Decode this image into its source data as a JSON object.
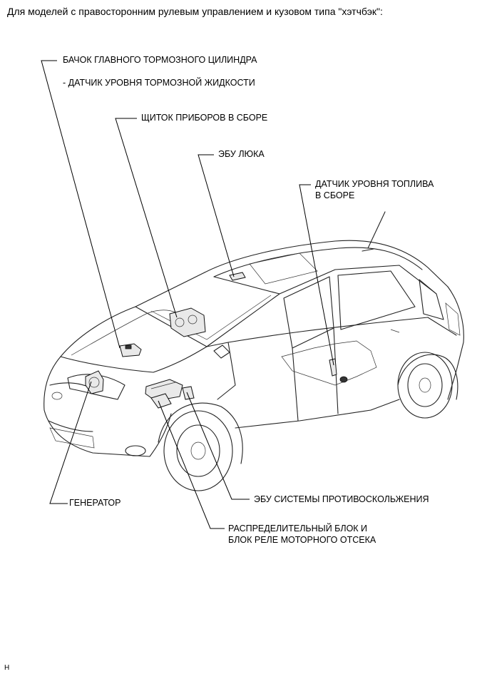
{
  "title": "Для моделей с правосторонним рулевым управлением и кузовом типа \"хэтчбэк\":",
  "labels": {
    "brake_reservoir": "БАЧОК ГЛАВНОГО ТОРМОЗНОГО ЦИЛИНДРА",
    "brake_fluid_sensor": "- ДАТЧИК УРОВНЯ ТОРМОЗНОЙ ЖИДКОСТИ",
    "combination_meter": "ЩИТОК ПРИБОРОВ В СБОРЕ",
    "sunroof_ecu": "ЭБУ ЛЮКА",
    "fuel_sender_line1": "ДАТЧИК УРОВНЯ ТОПЛИВА",
    "fuel_sender_line2": "В СБОРЕ",
    "generator": "ГЕНЕРАТОР",
    "skid_control_ecu": "ЭБУ СИСТЕМЫ ПРОТИВОСКОЛЬЖЕНИЯ",
    "relay_block_line1": "РАСПРЕДЕЛИТЕЛЬНЫЙ БЛОК И",
    "relay_block_line2": "БЛОК РЕЛЕ МОТОРНОГО ОТСЕКА"
  },
  "corner_mark": "H"
}
